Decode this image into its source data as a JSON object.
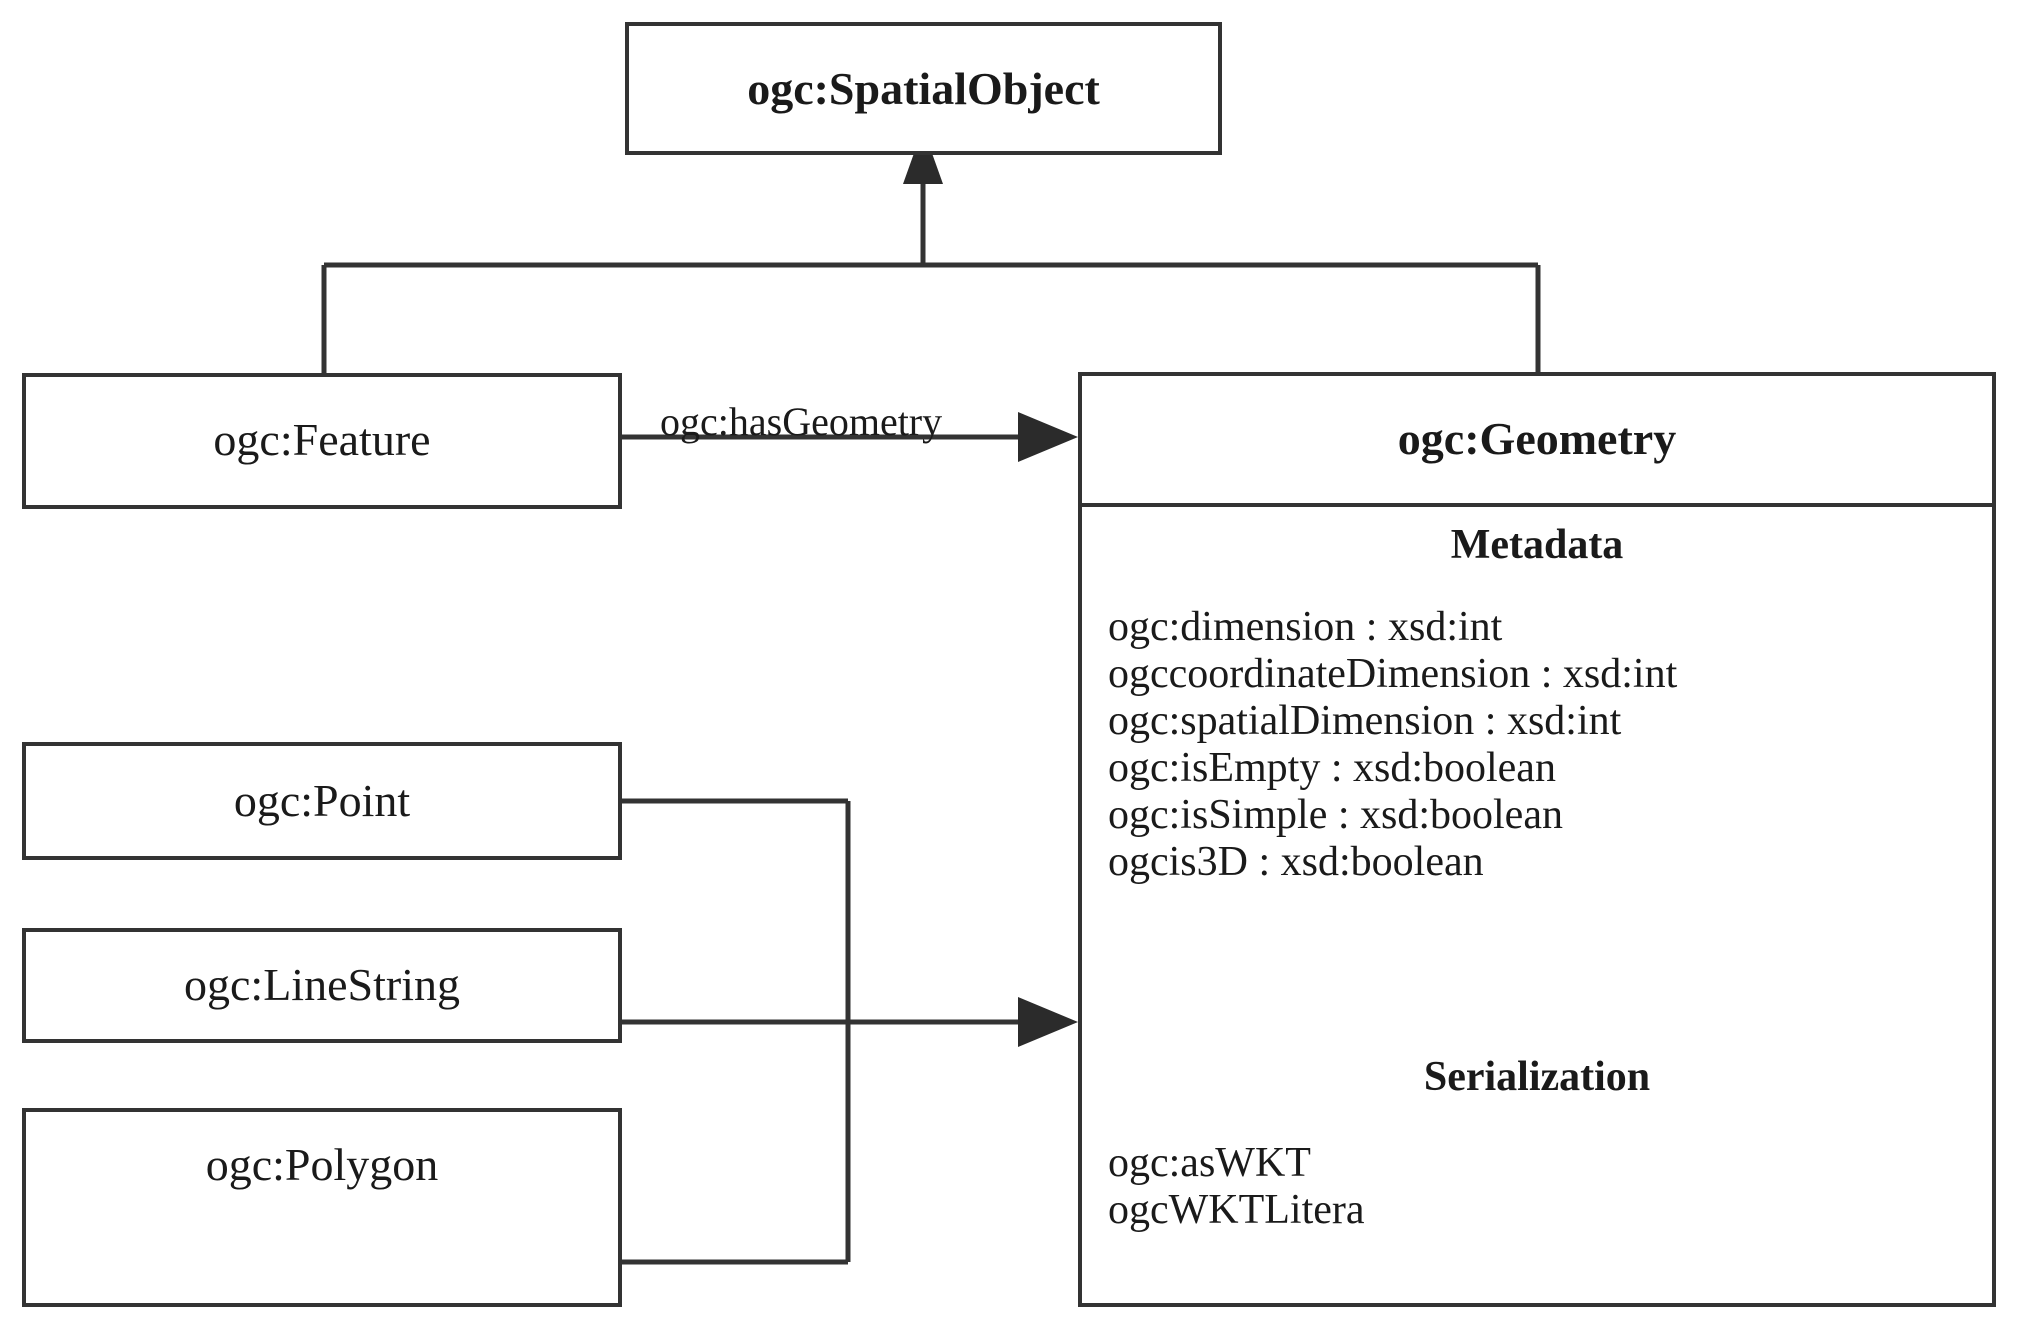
{
  "diagram": {
    "type": "uml-class-diagram",
    "notation": "UML class diagram with generalization and association arrows",
    "background_color": "#ffffff",
    "line_color": "#333333",
    "text_color": "#1a1a1a"
  },
  "classes": {
    "spatial_object": {
      "name": "ogc:SpatialObject",
      "style": "bold"
    },
    "feature": {
      "name": "ogc:Feature",
      "style": "plain"
    },
    "geometry": {
      "name": "ogc:Geometry",
      "style": "bold",
      "sections": [
        {
          "heading": "Metadata",
          "attributes": [
            "ogc:dimension : xsd:int",
            "ogccoordinateDimension : xsd:int",
            "ogc:spatialDimension : xsd:int",
            "ogc:isEmpty : xsd:boolean",
            "ogc:isSimple : xsd:boolean",
            "ogcis3D : xsd:boolean"
          ]
        },
        {
          "heading": "Serialization",
          "attributes": [
            "ogc:asWKT",
            "ogcWKTLitera"
          ]
        }
      ]
    },
    "point": {
      "name": "ogc:Point",
      "style": "plain"
    },
    "line_string": {
      "name": "ogc:LineString",
      "style": "plain"
    },
    "polygon": {
      "name": "ogc:Polygon",
      "style": "plain"
    }
  },
  "edges": {
    "has_geometry": {
      "label": "ogc:hasGeometry",
      "from": "ogc:Feature",
      "to": "ogc:Geometry",
      "arrow": "open-filled-triangle"
    },
    "generalization_to_spatial_object": {
      "label": "",
      "from": [
        "ogc:Feature",
        "ogc:Geometry"
      ],
      "to": "ogc:SpatialObject",
      "arrow": "filled-triangle"
    },
    "geometry_subtypes": {
      "label": "",
      "from": [
        "ogc:Point",
        "ogc:LineString",
        "ogc:Polygon"
      ],
      "to": "ogc:Geometry",
      "arrow": "filled-triangle"
    }
  }
}
